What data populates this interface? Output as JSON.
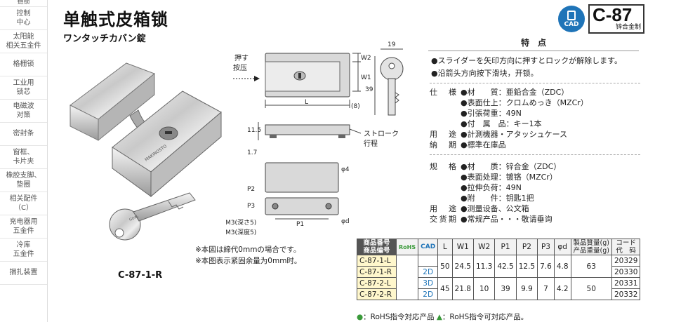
{
  "sidebar": {
    "items": [
      "链锁",
      "控制\n中心",
      "太阳能\n相关五金件",
      "格栅锁",
      "工业用\n锁芯",
      "电磁波\n对策",
      "密封条",
      "窗框、\n卡片夹",
      "橡胶支脚、\n垫圈",
      "相关配件\n（C）",
      "充电器用\n五金件",
      "冷库\n五金件",
      "捆扎装置"
    ]
  },
  "header": {
    "title": "单触式皮箱锁",
    "subtitle": "ワンタッチカバン錠",
    "cad_label": "CAD",
    "code": "C-87",
    "material": "锌合金制"
  },
  "photo": {
    "caption": "C-87-1-R"
  },
  "drawing": {
    "push_label": "押す",
    "push_label2": "按压",
    "w2": "W2",
    "w1": "W1",
    "dim_19": "19",
    "dim_39": "39",
    "dim_L": "L",
    "dim_8": "(8)",
    "dim_115": "11.5",
    "dim_17": "1.7",
    "stroke_jp": "ストローク",
    "stroke_cn": "行程",
    "phi4": "φ4",
    "p2": "P2",
    "p3": "P3",
    "p1": "P1",
    "phid": "φd",
    "m3_jp": "4-M3(深さ5)",
    "m3_cn": "4-M3(深度5)"
  },
  "notes": [
    "※本図は締代0mmの場合です。",
    "※本图表示紧固余量为0mm时。"
  ],
  "features": {
    "title": "特　点",
    "lines": [
      "●スライダーを矢印方向に押すとロックが解除します。",
      "●沿箭头方向按下滑块，开锁。"
    ]
  },
  "spec_jp": [
    {
      "label": "仕　様",
      "value": "●材　　質：亜鉛合金（ZDC）"
    },
    {
      "label": "",
      "value": "●表面仕上：クロムめっき（MZCr）"
    },
    {
      "label": "",
      "value": "●引張荷重：49N"
    },
    {
      "label": "",
      "value": "●付　属　品：キー1本"
    },
    {
      "label": "用　途",
      "value": "●計測機器・アタッシュケース"
    },
    {
      "label": "納　期",
      "value": "●標準在庫品"
    }
  ],
  "spec_cn": [
    {
      "label": "规　格",
      "value": "●材　　质：锌合金（ZDC）"
    },
    {
      "label": "",
      "value": "●表面处理：镀铬（MZCr）"
    },
    {
      "label": "",
      "value": "●拉伸负荷：49N"
    },
    {
      "label": "",
      "value": "●附　　件：钥匙1把"
    },
    {
      "label": "用　途",
      "value": "●测量设备、公文箱"
    },
    {
      "label": "交货期",
      "value": "●常规产品・・・敬请垂询"
    }
  ],
  "table": {
    "headers": [
      "商品番号\n商品编号",
      "RoHS",
      "CAD",
      "L",
      "W1",
      "W2",
      "P1",
      "P2",
      "P3",
      "φd",
      "製品質量(g)\n产品重量(g)",
      "コード\n代　码"
    ],
    "rows": [
      {
        "pn": "C-87-1-L",
        "cad": "",
        "L": "50",
        "W1": "24.5",
        "W2": "11.3",
        "P1": "42.5",
        "P2": "12.5",
        "P3": "7.6",
        "d": "4.8",
        "mass": "63",
        "code": "20329"
      },
      {
        "pn": "C-87-1-R",
        "cad": "2D",
        "code": "20330"
      },
      {
        "pn": "C-87-2-L",
        "cad": "3D",
        "L": "45",
        "W1": "21.8",
        "W2": "10",
        "P1": "39",
        "P2": "9.9",
        "P3": "7",
        "d": "4.2",
        "mass": "50",
        "code": "20331"
      },
      {
        "pn": "C-87-2-R",
        "cad": "2D",
        "code": "20332"
      }
    ]
  },
  "legend": {
    "dot": "●",
    "dot_text": "：RoHS指令対応产品",
    "tri": "▲",
    "tri_text": "：RoHS指令可対応产品。"
  },
  "colors": {
    "accent": "#1f74b8",
    "pn_bg": "#fff7cc"
  }
}
